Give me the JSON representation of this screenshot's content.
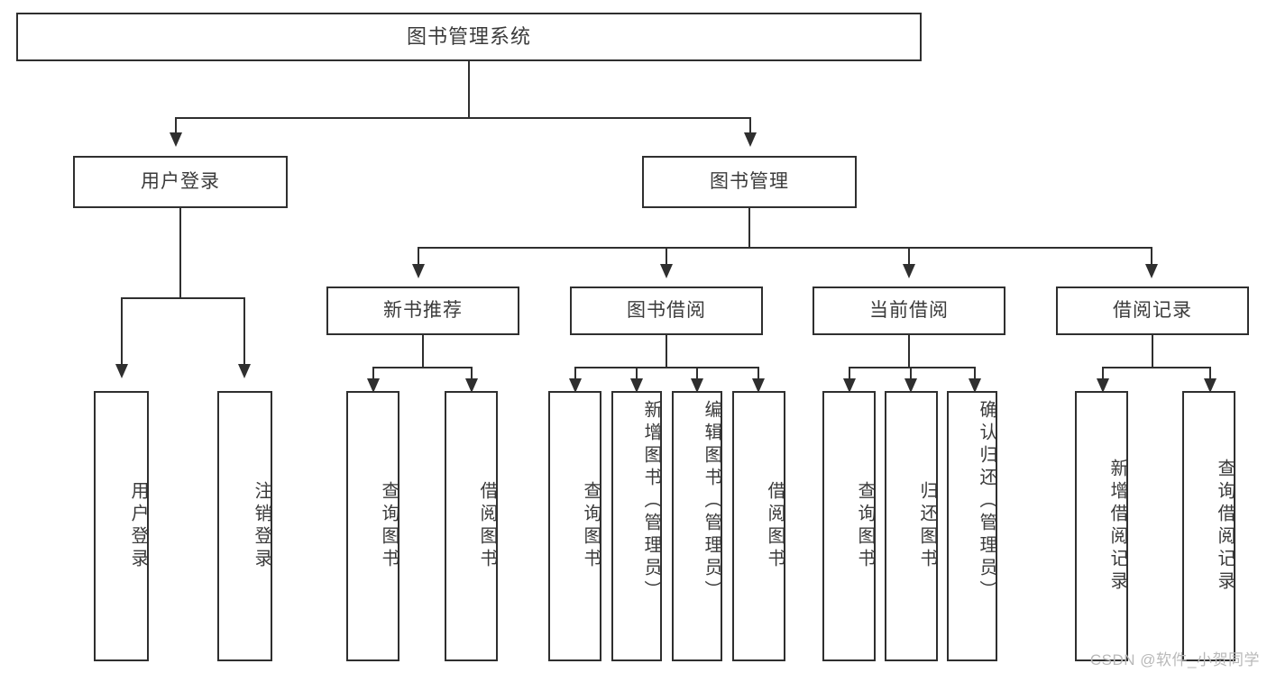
{
  "diagram": {
    "type": "tree",
    "title": "图书管理系统",
    "watermark": "CSDN @软件_小贺同学",
    "colors": {
      "stroke": "#2f2f2f",
      "text": "#3b3b3b",
      "background": "#ffffff",
      "watermark": "#b9b9b9"
    },
    "root": {
      "label": "图书管理系统"
    },
    "level1": [
      {
        "id": "user-login",
        "label": "用户登录"
      },
      {
        "id": "book-manage",
        "label": "图书管理"
      }
    ],
    "level2": [
      {
        "id": "new-book-recommend",
        "label": "新书推荐",
        "parent": "book-manage"
      },
      {
        "id": "book-borrow",
        "label": "图书借阅",
        "parent": "book-manage"
      },
      {
        "id": "current-borrow",
        "label": "当前借阅",
        "parent": "book-manage"
      },
      {
        "id": "borrow-record",
        "label": "借阅记录",
        "parent": "book-manage"
      }
    ],
    "leaves": [
      {
        "id": "leaf-user-login",
        "label": "用户登录",
        "parent": "user-login"
      },
      {
        "id": "leaf-logout",
        "label": "注销登录",
        "parent": "user-login"
      },
      {
        "id": "leaf-query-book-1",
        "label": "查询图书",
        "parent": "new-book-recommend"
      },
      {
        "id": "leaf-borrow-book-1",
        "label": "借阅图书",
        "parent": "new-book-recommend"
      },
      {
        "id": "leaf-query-book-2",
        "label": "查询图书",
        "parent": "book-borrow"
      },
      {
        "id": "leaf-add-book",
        "label": "新增图书（管理员）",
        "parent": "book-borrow"
      },
      {
        "id": "leaf-edit-book",
        "label": "编辑图书（管理员）",
        "parent": "book-borrow"
      },
      {
        "id": "leaf-borrow-book-2",
        "label": "借阅图书",
        "parent": "book-borrow"
      },
      {
        "id": "leaf-query-book-3",
        "label": "查询图书",
        "parent": "current-borrow"
      },
      {
        "id": "leaf-return-book",
        "label": "归还图书",
        "parent": "current-borrow"
      },
      {
        "id": "leaf-confirm-return",
        "label": "确认归还（管理员）",
        "parent": "current-borrow"
      },
      {
        "id": "leaf-add-record",
        "label": "新增借阅记录",
        "parent": "borrow-record"
      },
      {
        "id": "leaf-query-record",
        "label": "查询借阅记录",
        "parent": "borrow-record"
      }
    ]
  }
}
